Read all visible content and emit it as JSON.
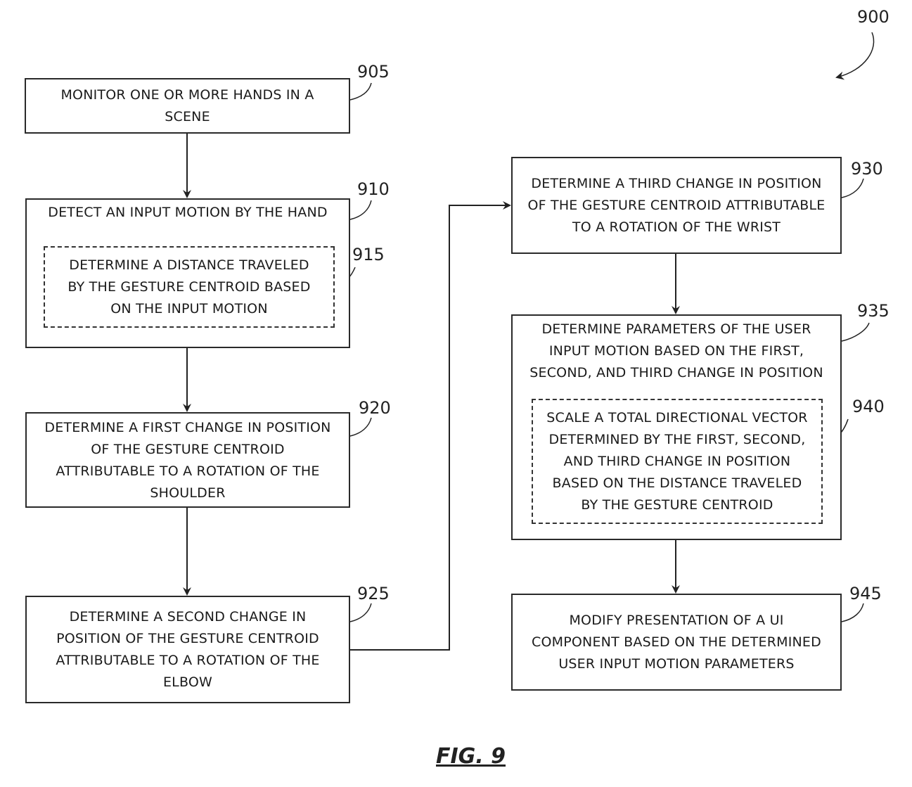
{
  "figure": {
    "label": "FIG. 9",
    "reference": "900"
  },
  "steps": {
    "s905": {
      "ref": "905",
      "text": "MONITOR ONE OR MORE HANDS IN A\nSCENE"
    },
    "s910": {
      "ref": "910",
      "text": "DETECT AN INPUT MOTION BY THE HAND"
    },
    "s915": {
      "ref": "915",
      "text": "DETERMINE A DISTANCE TRAVELED\nBY THE GESTURE CENTROID BASED\nON THE INPUT MOTION"
    },
    "s920": {
      "ref": "920",
      "text": "DETERMINE A FIRST CHANGE IN POSITION\nOF THE GESTURE CENTROID\nATTRIBUTABLE TO A ROTATION OF THE\nSHOULDER"
    },
    "s925": {
      "ref": "925",
      "text": "DETERMINE A SECOND CHANGE IN\nPOSITION OF THE GESTURE CENTROID\nATTRIBUTABLE TO A ROTATION OF THE\nELBOW"
    },
    "s930": {
      "ref": "930",
      "text": "DETERMINE A THIRD CHANGE IN POSITION\nOF THE GESTURE CENTROID ATTRIBUTABLE\nTO A ROTATION OF THE WRIST"
    },
    "s935": {
      "ref": "935",
      "text": "DETERMINE PARAMETERS OF THE USER\nINPUT MOTION BASED ON THE FIRST,\nSECOND, AND THIRD CHANGE IN POSITION"
    },
    "s940": {
      "ref": "940",
      "text": "SCALE A TOTAL DIRECTIONAL VECTOR\nDETERMINED BY THE FIRST, SECOND,\nAND THIRD CHANGE IN POSITION\nBASED ON THE DISTANCE TRAVELED\nBY THE GESTURE CENTROID"
    },
    "s945": {
      "ref": "945",
      "text": "MODIFY PRESENTATION OF A UI\nCOMPONENT BASED ON THE DETERMINED\nUSER INPUT MOTION PARAMETERS"
    }
  },
  "flow": [
    [
      "905",
      "910"
    ],
    [
      "910",
      "920"
    ],
    [
      "920",
      "925"
    ],
    [
      "925",
      "930"
    ],
    [
      "930",
      "935"
    ],
    [
      "935",
      "945"
    ]
  ]
}
